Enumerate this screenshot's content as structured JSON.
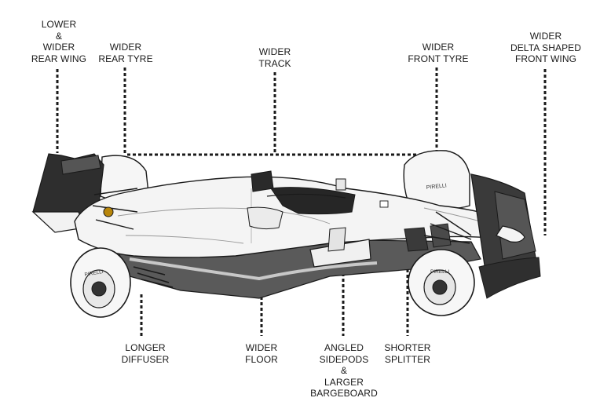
{
  "labels": {
    "rear_wing": [
      "LOWER",
      "&",
      "WIDER",
      "REAR WING"
    ],
    "rear_tyre": [
      "WIDER",
      "REAR TYRE"
    ],
    "track": [
      "WIDER",
      "TRACK"
    ],
    "front_tyre": [
      "WIDER",
      "FRONT TYRE"
    ],
    "front_wing": [
      "WIDER",
      "DELTA SHAPED",
      "FRONT WING"
    ],
    "diffuser": [
      "LONGER",
      "DIFFUSER"
    ],
    "floor": [
      "WIDER",
      "FLOOR"
    ],
    "sidepods": [
      "ANGLED",
      "SIDEPODS",
      "&",
      "LARGER",
      "BARGEBOARD"
    ],
    "splitter": [
      "SHORTER",
      "SPLITTER"
    ]
  },
  "tyre_text": "PIRELLI",
  "colors": {
    "body": "#f4f4f4",
    "outline": "#1a1a1a",
    "dark_aero": "#2e2e2e",
    "floor": "#5a5a5a",
    "leader": "#1a1a1a"
  }
}
